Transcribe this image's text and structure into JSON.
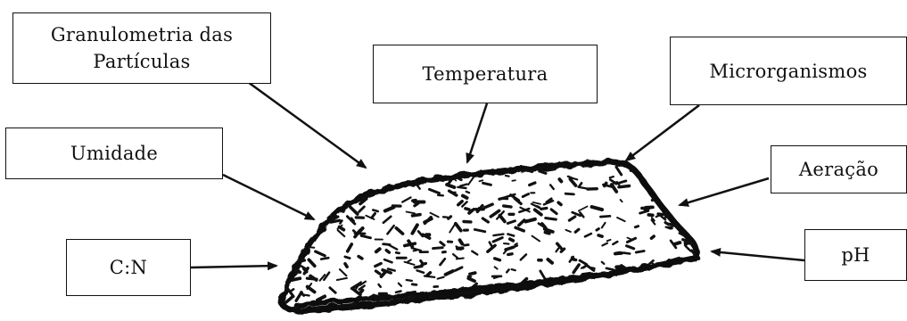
{
  "diagram": {
    "factors": [
      {
        "id": "granulometria",
        "label": "Granulometria das\nPartículas"
      },
      {
        "id": "temperatura",
        "label": "Temperatura"
      },
      {
        "id": "microrganismos",
        "label": "Microrganismos"
      },
      {
        "id": "umidade",
        "label": "Umidade"
      },
      {
        "id": "aeracao",
        "label": "Aeração"
      },
      {
        "id": "cn",
        "label": "C:N"
      },
      {
        "id": "ph",
        "label": "pH"
      }
    ],
    "center": {
      "description": ""
    }
  }
}
